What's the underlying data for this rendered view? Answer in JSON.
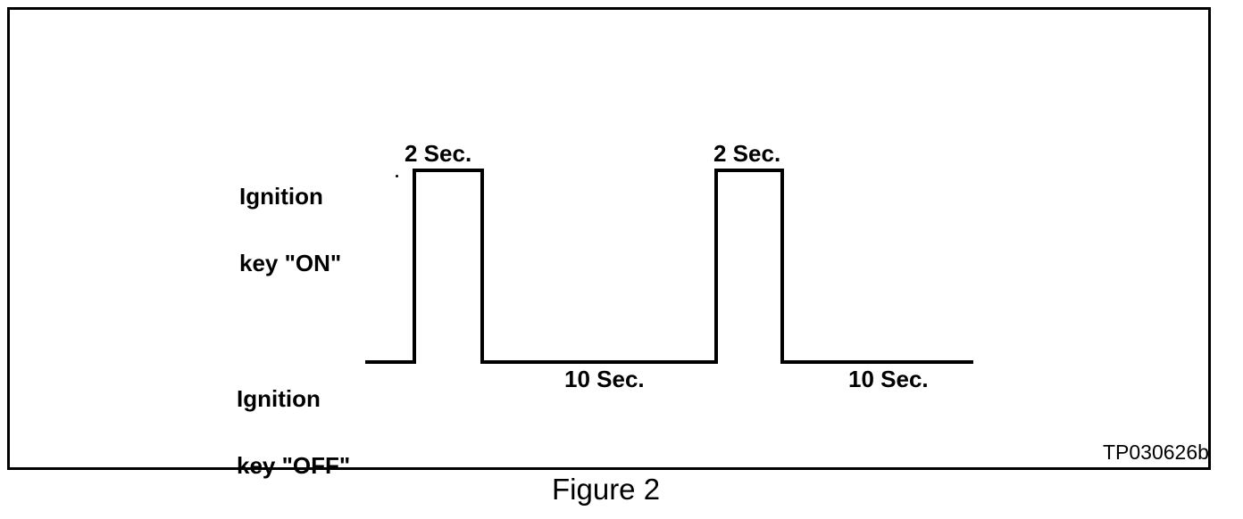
{
  "colors": {
    "ink": "#000000",
    "background": "#ffffff"
  },
  "figure": {
    "caption": "Figure 2",
    "reference_code": "TP030626b"
  },
  "diagram": {
    "on_label": {
      "line1": "Ignition",
      "line2": "key \"ON\""
    },
    "off_label": {
      "line1": "Ignition",
      "line2": "key \"OFF\""
    },
    "pulse_durations": [
      "2 Sec.",
      "2 Sec."
    ],
    "gap_durations": [
      "10 Sec.",
      "10 Sec."
    ]
  },
  "waveform": {
    "type": "square-pulse-timing",
    "high_state": "Ignition key ON",
    "low_state": "Ignition key OFF",
    "sequence": [
      {
        "state": "ON",
        "duration_sec": 2,
        "label": "2 Sec."
      },
      {
        "state": "OFF",
        "duration_sec": 10,
        "label": "10 Sec."
      },
      {
        "state": "ON",
        "duration_sec": 2,
        "label": "2 Sec."
      },
      {
        "state": "OFF",
        "duration_sec": 10,
        "label": "10 Sec."
      }
    ],
    "points": [
      [
        409,
        406
      ],
      [
        464,
        406
      ],
      [
        464,
        191
      ],
      [
        540,
        191
      ],
      [
        540,
        406
      ],
      [
        802,
        406
      ],
      [
        802,
        191
      ],
      [
        876,
        191
      ],
      [
        876,
        406
      ],
      [
        1090,
        406
      ]
    ],
    "stroke_width": 4
  }
}
